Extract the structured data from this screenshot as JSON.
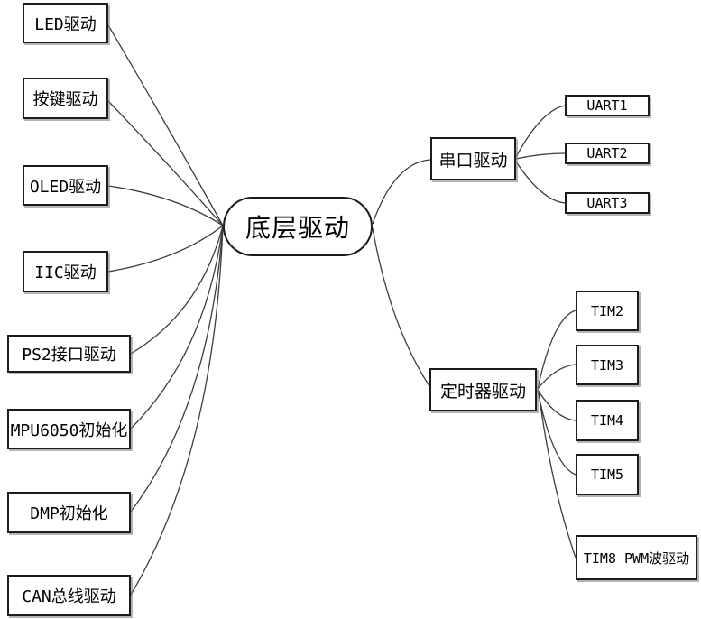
{
  "diagram": {
    "root": {
      "label": "底层驱动"
    },
    "left_nodes": [
      {
        "label": "LED驱动"
      },
      {
        "label": "按键驱动"
      },
      {
        "label": "OLED驱动"
      },
      {
        "label": "IIC驱动"
      },
      {
        "label": "PS2接口驱动"
      },
      {
        "label": "MPU6050初始化"
      },
      {
        "label": "DMP初始化"
      },
      {
        "label": "CAN总线驱动"
      }
    ],
    "right_groups": [
      {
        "label": "串口驱动",
        "children": [
          {
            "label": "UART1"
          },
          {
            "label": "UART2"
          },
          {
            "label": "UART3"
          }
        ]
      },
      {
        "label": "定时器驱动",
        "children": [
          {
            "label": "TIM2"
          },
          {
            "label": "TIM3"
          },
          {
            "label": "TIM4"
          },
          {
            "label": "TIM5"
          },
          {
            "label": "TIM8 PWM波驱动"
          }
        ]
      }
    ],
    "colors": {
      "background": "#ffffff",
      "box_border": "#1c1c1c",
      "connector_line": "#3d3d3d",
      "text": "#000000"
    }
  }
}
